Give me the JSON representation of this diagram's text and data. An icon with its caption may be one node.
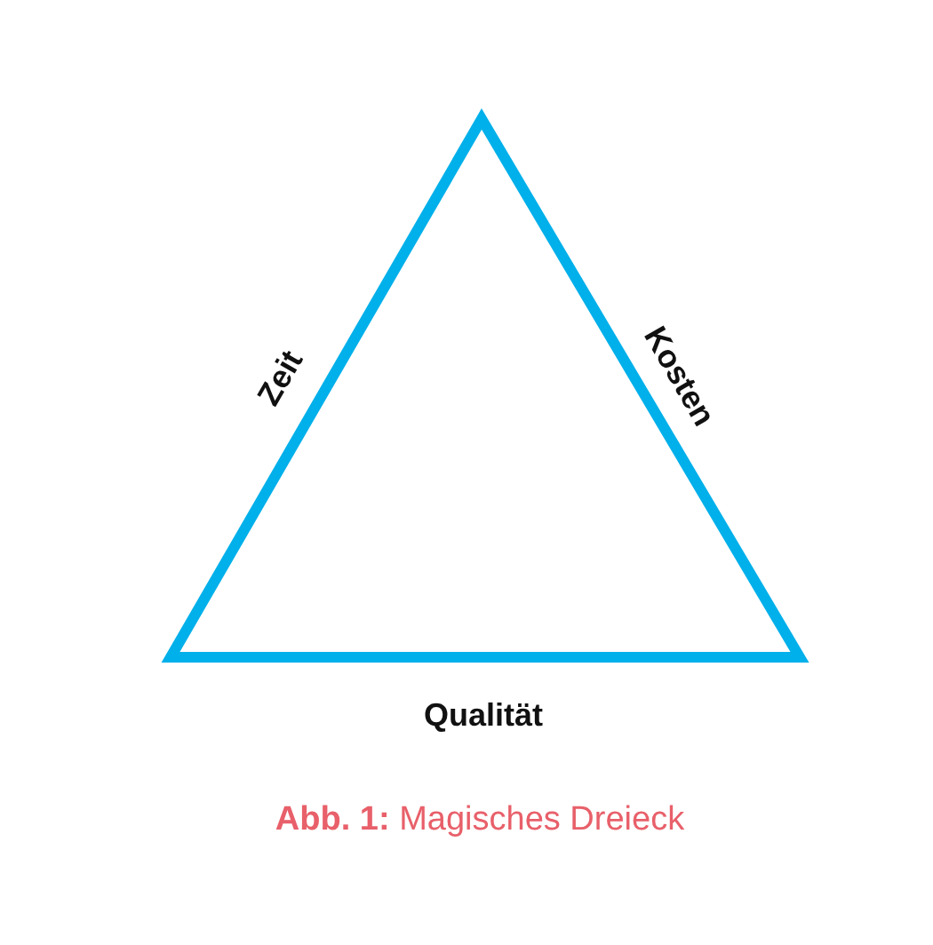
{
  "diagram": {
    "caption": "**Abb. 1:** Magisches Dreieck",
    "labels": [
      "Zeit",
      "Kosten",
      "Qualität"
    ]
  }
}
